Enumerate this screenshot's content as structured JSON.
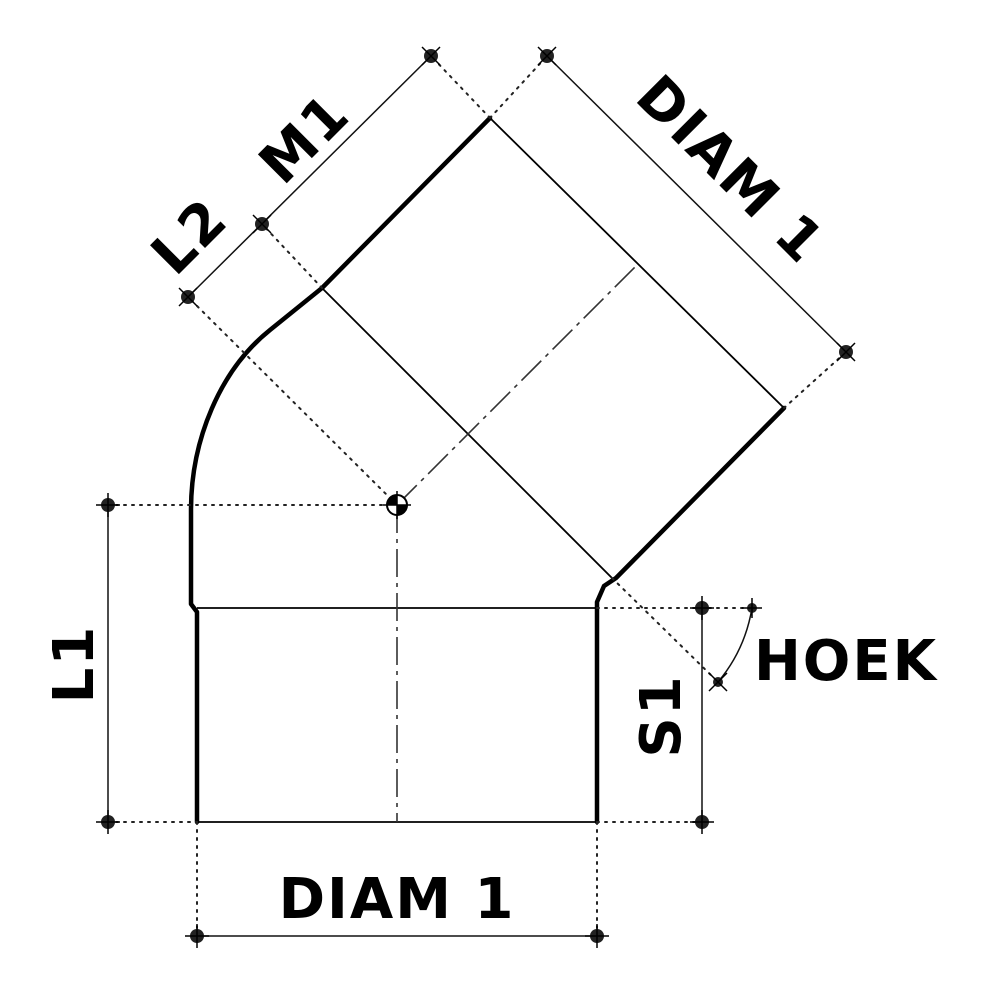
{
  "drawing": {
    "type": "45-degree pipe elbow technical drawing",
    "colors": {
      "line": "#000000",
      "background": "#ffffff"
    }
  },
  "labels": {
    "m1": "M1",
    "l2": "L2",
    "diam_top": "DIAM 1",
    "diam_bottom": "DIAM 1",
    "l1": "L1",
    "s1": "S1",
    "hoek": "HOEK"
  }
}
